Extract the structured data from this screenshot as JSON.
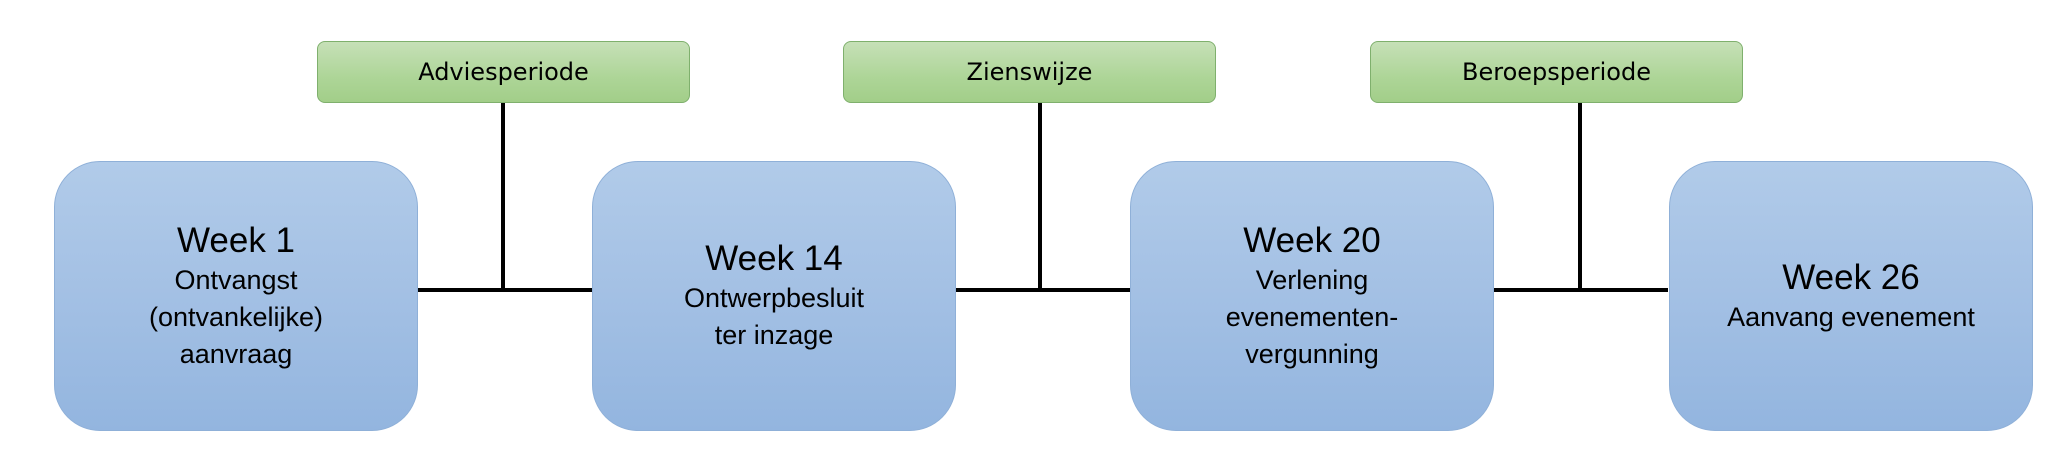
{
  "diagram": {
    "weeks": [
      {
        "title": "Week 1",
        "description": "Ontvangst\n(ontvankelijke)\naanvraag"
      },
      {
        "title": "Week 14",
        "description": "Ontwerpbesluit\nter inzage"
      },
      {
        "title": "Week 20",
        "description": "Verlening\nevenementen-\nvergunning"
      },
      {
        "title": "Week 26",
        "description": "Aanvang evenement"
      }
    ],
    "periods": [
      {
        "label": "Adviesperiode"
      },
      {
        "label": "Zienswijze"
      },
      {
        "label": "Beroepsperiode"
      }
    ],
    "colors": {
      "week_fill": "#a3c0e4",
      "week_border": "#8fb0d8",
      "period_fill": "#add597",
      "period_border": "#7fb06d",
      "connector": "#000000"
    }
  }
}
